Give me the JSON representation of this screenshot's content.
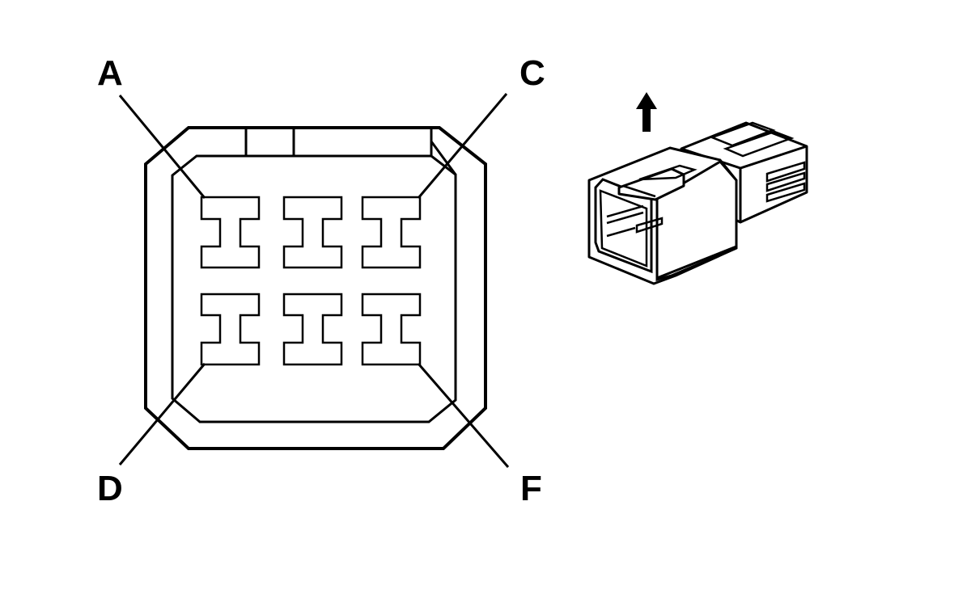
{
  "diagram": {
    "pin_labels": {
      "a": "A",
      "c": "C",
      "d": "D",
      "f": "F"
    },
    "orientation_arrow_icon": "up-arrow-icon"
  }
}
